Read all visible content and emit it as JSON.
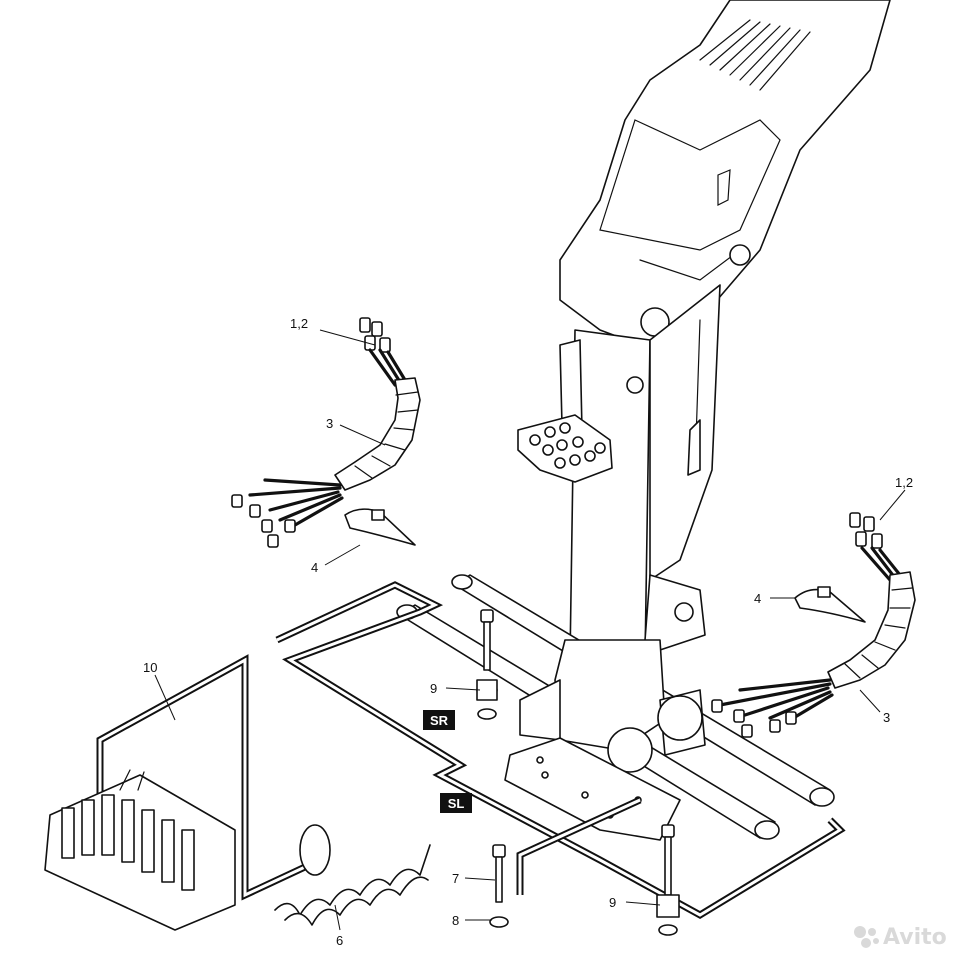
{
  "callouts": {
    "c12_left": "1,2",
    "c12_right": "1,2",
    "c3_left": "3",
    "c3_right": "3",
    "c4_left": "4",
    "c4_right": "4",
    "c10": "10",
    "c9_upper": "9",
    "c9_lower": "9",
    "c7": "7",
    "c8": "8",
    "c6": "6"
  },
  "tags": {
    "sr": "SR",
    "sl": "SL"
  },
  "watermark": {
    "text": "Avito"
  },
  "colors": {
    "line": "#111111",
    "tag_bg": "#111111",
    "tag_text": "#ffffff",
    "watermark": "#d9d9d9"
  },
  "icons": {
    "watermark_logo": "avito-logo-icon"
  }
}
